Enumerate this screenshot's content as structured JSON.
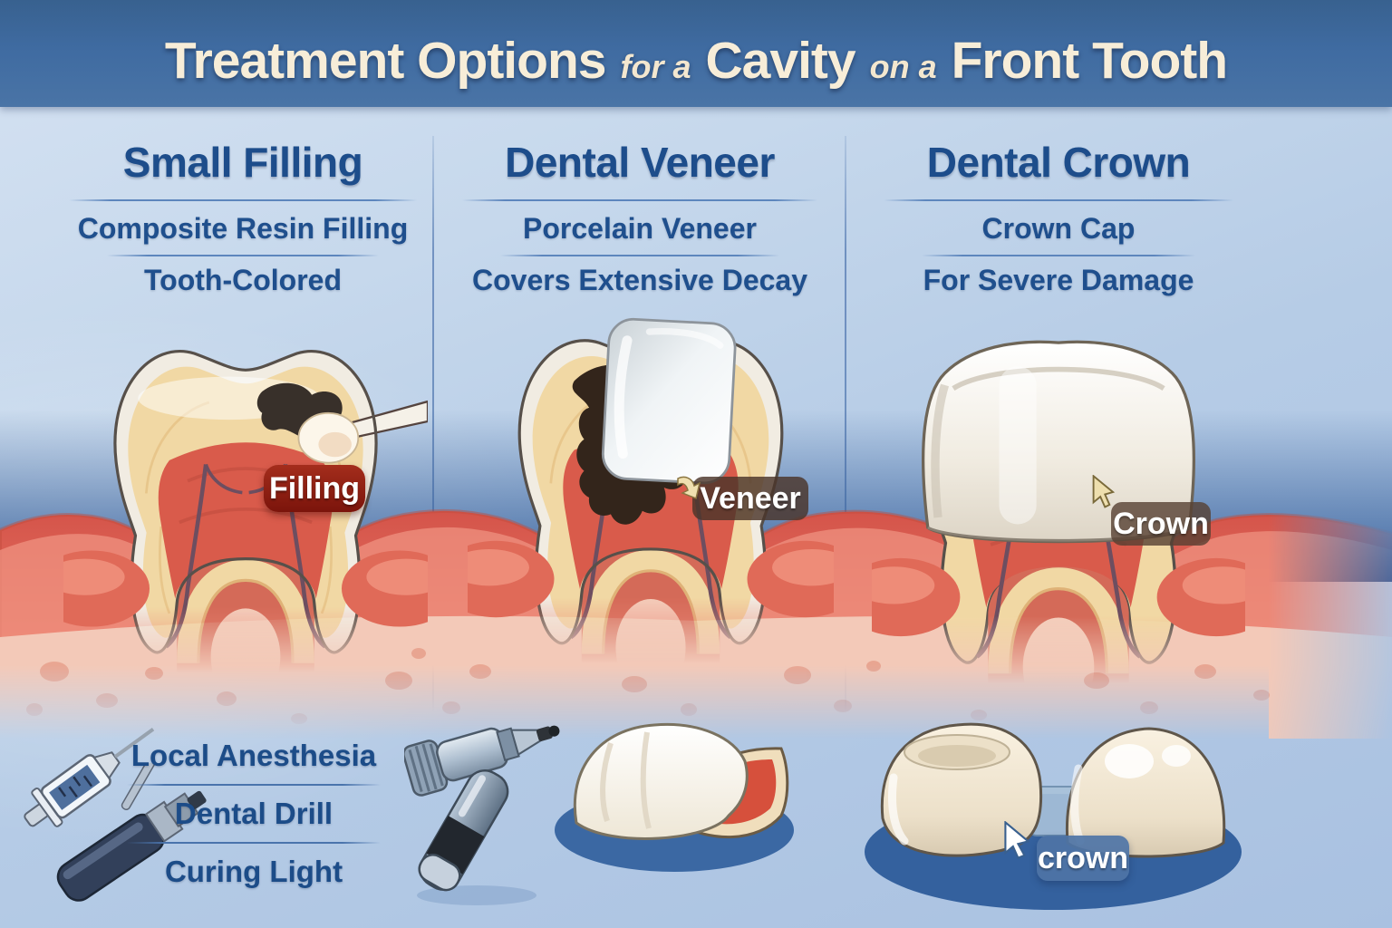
{
  "header": {
    "title": [
      {
        "text": "Treatment Options",
        "emphasis": "large"
      },
      {
        "text": "for a",
        "emphasis": "small"
      },
      {
        "text": "Cavity",
        "emphasis": "large"
      },
      {
        "text": "on a",
        "emphasis": "small"
      },
      {
        "text": "Front Tooth",
        "emphasis": "large"
      }
    ]
  },
  "columns": [
    {
      "title": "Small Filling",
      "subtitle1": "Composite Resin Filling",
      "subtitle2": "Tooth-Colored",
      "callout": "Filling"
    },
    {
      "title": "Dental Veneer",
      "subtitle1": "Porcelain Veneer",
      "subtitle2": "Covers Extensive Decay",
      "callout": "Veneer"
    },
    {
      "title": "Dental Crown",
      "subtitle1": "Crown Cap",
      "subtitle2": "For Severe Damage",
      "callout": "Crown"
    }
  ],
  "tools": {
    "items": [
      {
        "label": "Local Anesthesia"
      },
      {
        "label": "Dental Drill"
      },
      {
        "label": "Curing Light"
      }
    ]
  },
  "bottom_right": {
    "tag": "crown"
  },
  "icons": [
    "syringe-icon",
    "curing-light-icon",
    "dental-drill-icon",
    "veneer-shell-icon",
    "crown-caps-icon",
    "cursor-icon",
    "pointer-arrow-icon",
    "curved-arrow-icon"
  ],
  "colors": {
    "banner_blue": "#3f6ba1",
    "background_blue": "#bcd0e8",
    "heading_blue": "#1d4d8b",
    "title_cream": "#f7edd8",
    "callout_red": "#8e1f10",
    "callout_brown": "rgba(74,53,41,0.82)",
    "tag_blue": "rgba(78,116,166,0.92)",
    "gum_red": "#dd6051",
    "bone_pink": "#f3c9b8",
    "dentin_yellow": "#f1d8a4",
    "pulp_red": "#d95b4b",
    "enamel_white": "#f1ece2",
    "shadow_oval_blue": "#34619e"
  }
}
